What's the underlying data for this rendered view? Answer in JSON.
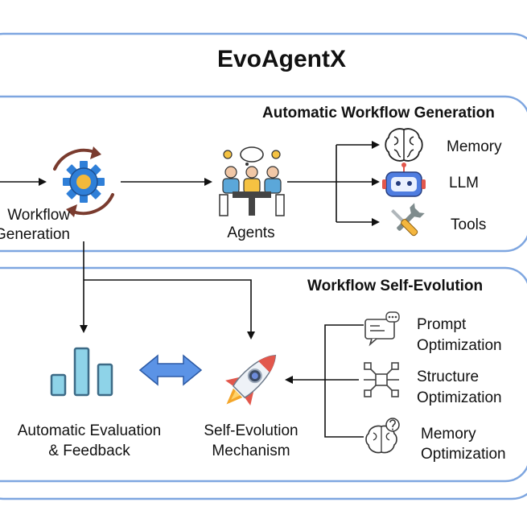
{
  "title": "EvoAgentX",
  "generation": {
    "heading": "Automatic Workflow Generation",
    "input_label_line1": "Workflow",
    "input_label_line2": "Generation",
    "agents_label": "Agents",
    "components": [
      "Memory",
      "LLM",
      "Tools"
    ]
  },
  "evolution": {
    "heading": "Workflow Self-Evolution",
    "evaluation_line1": "Automatic Evaluation",
    "evaluation_line2": "& Feedback",
    "mechanism_line1": "Self-Evolution",
    "mechanism_line2": "Mechanism",
    "optimizations": [
      {
        "line1": "Prompt",
        "line2": "Optimization"
      },
      {
        "line1": "Structure",
        "line2": "Optimization"
      },
      {
        "line1": "Memory",
        "line2": "Optimization"
      }
    ]
  },
  "colors": {
    "frame": "#7EA6E0",
    "gear": "#2F7FD8",
    "cycle_arrow": "#7A3B2E",
    "bar": "#8ED3E8",
    "double_arrow": "#5B93E6",
    "rocket_flame": "#F4A62A",
    "rocket_fin": "#E2574C"
  }
}
